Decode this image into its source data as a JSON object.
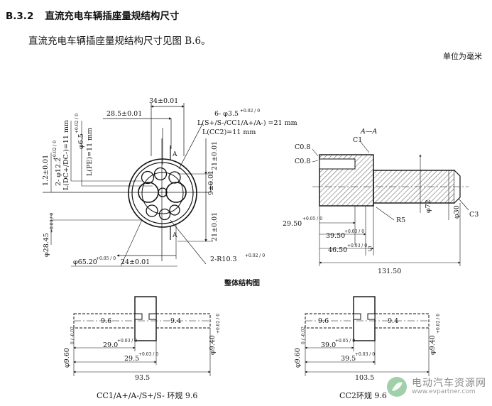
{
  "section": {
    "number": "B.3.2",
    "title": "直流充电车辆插座量规结构尺寸"
  },
  "intro_text": "直流充电车辆插座量规结构尺寸见图 B.6。",
  "unit_note": "单位为毫米",
  "front_view": {
    "dim_34": "34±0.01",
    "dim_28_5": "28.5±0.01",
    "holes_6": "6- φ3.5",
    "holes_6_tol": "+0.02 / 0",
    "len_l_dcp": "L(S+/S-/CC1/A+/A-) =21 mm",
    "len_l_cc2": "L(CC2)=11 mm",
    "holes_2": "2- φ12.2",
    "holes_2_tol": "+0.02 / 0",
    "len_l_dc": "L(DC+/DC-)=11 mm",
    "hole_pe": "φ6.5",
    "hole_pe_tol": "+0.02 / 0",
    "len_l_pe": "L(PE)=11 mm",
    "dim_1_2": "1.2±0.01",
    "dim_21_top": "21±0.01",
    "dim_9": "9±0.01",
    "dim_21_bot": "21±0.01",
    "dia_28_45": "φ28.45",
    "dia_28_45_tol": "+0.03 / 0",
    "dia_65_20": "φ65.20",
    "dia_65_20_tol": "+0.05 / 0",
    "dim_24": "24±0.01",
    "radius_2": "2-R10.3",
    "radius_2_tol": "+0.02 / 0",
    "section_mark": "A"
  },
  "section_view": {
    "title": "A—A",
    "c1": "C1",
    "c0_8_top": "C0.8",
    "c0_8_mid": "C0.8",
    "d_29_50": "29.50",
    "d_29_50_tol": "+0.05 / 0",
    "d_39_50": "39.50",
    "d_39_50_tol": "+0.03 / 0",
    "d_46_50": "46.50",
    "d_46_50_tol": "+0.03 / 0",
    "d_5": "5",
    "r5": "R5",
    "phi72": "φ72",
    "phi30": "φ30",
    "c3": "C3",
    "total": "131.50"
  },
  "overall_caption": "整体结构图",
  "gauge_cc1": {
    "left_seg": "9.6",
    "right_seg": "9.4",
    "dim_29": "29.0",
    "dim_29_tol": "+0.03 / 0",
    "dim_29_5": "29.5",
    "dim_29_5_tol": "+0.03 / 0",
    "total": "93.5",
    "dia_left": "φ9.60",
    "dia_left_tol": "0 / -0.02",
    "dia_right": "φ9.40",
    "dia_right_tol": "+0.02 / 0",
    "caption": "CC1/A+/A-/S+/S- 环规 9.6"
  },
  "gauge_cc2": {
    "left_seg": "9.6",
    "right_seg": "9.4",
    "dim_39": "39.0",
    "dim_39_tol": "+0.05 / 0",
    "dim_39_5": "39.5",
    "dim_39_5_tol": "+0.03 / 0",
    "total": "103.5",
    "dia_left": "φ9.60",
    "dia_left_tol": "0 / -0.02",
    "dia_right": "φ9.40",
    "dia_right_tol": "+0.02 / 0",
    "caption": "CC2环规 9.6"
  },
  "watermark": {
    "name": "电动汽车资源网",
    "url": "www.evpartner.com"
  }
}
